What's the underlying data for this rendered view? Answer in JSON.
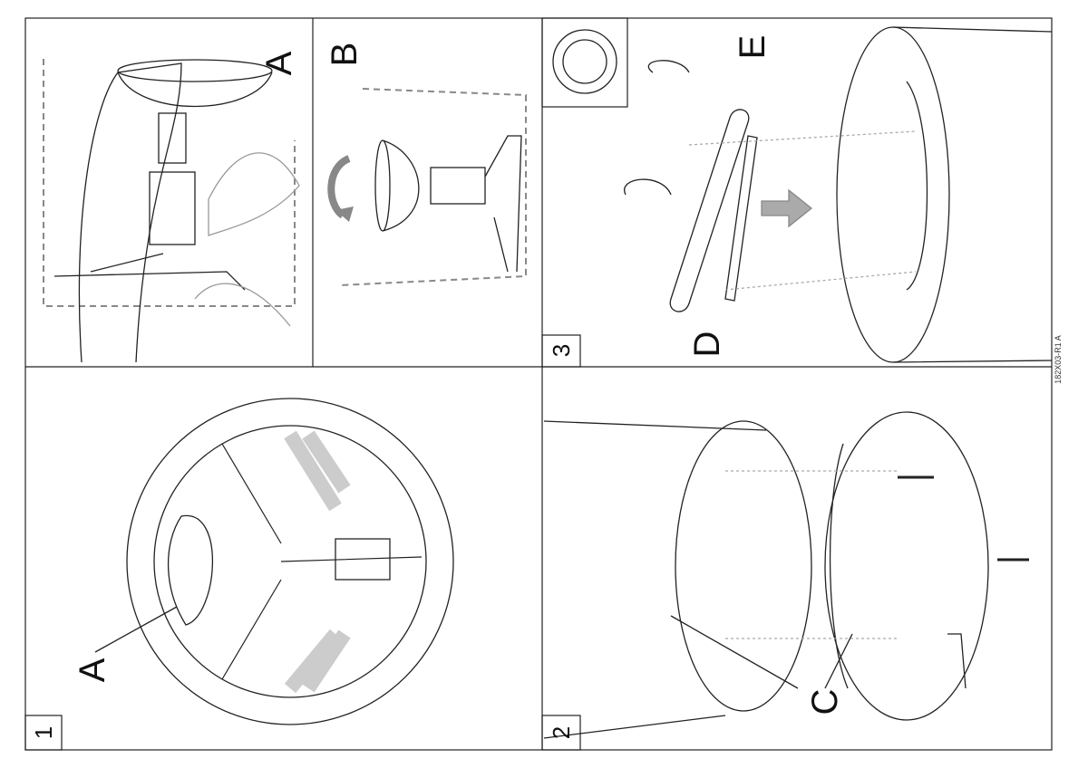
{
  "code": "182X03-R1 A",
  "panels": [
    {
      "number": "1",
      "labels": [
        "A"
      ]
    },
    {
      "number": "2",
      "labels": [
        "C"
      ]
    },
    {
      "number": "3",
      "labels": [
        "D",
        "E"
      ]
    }
  ],
  "top_left_labels": [
    "A",
    "B"
  ],
  "colors": {
    "line": "#222222",
    "faint": "#cccccc",
    "arrow": "#999999"
  }
}
